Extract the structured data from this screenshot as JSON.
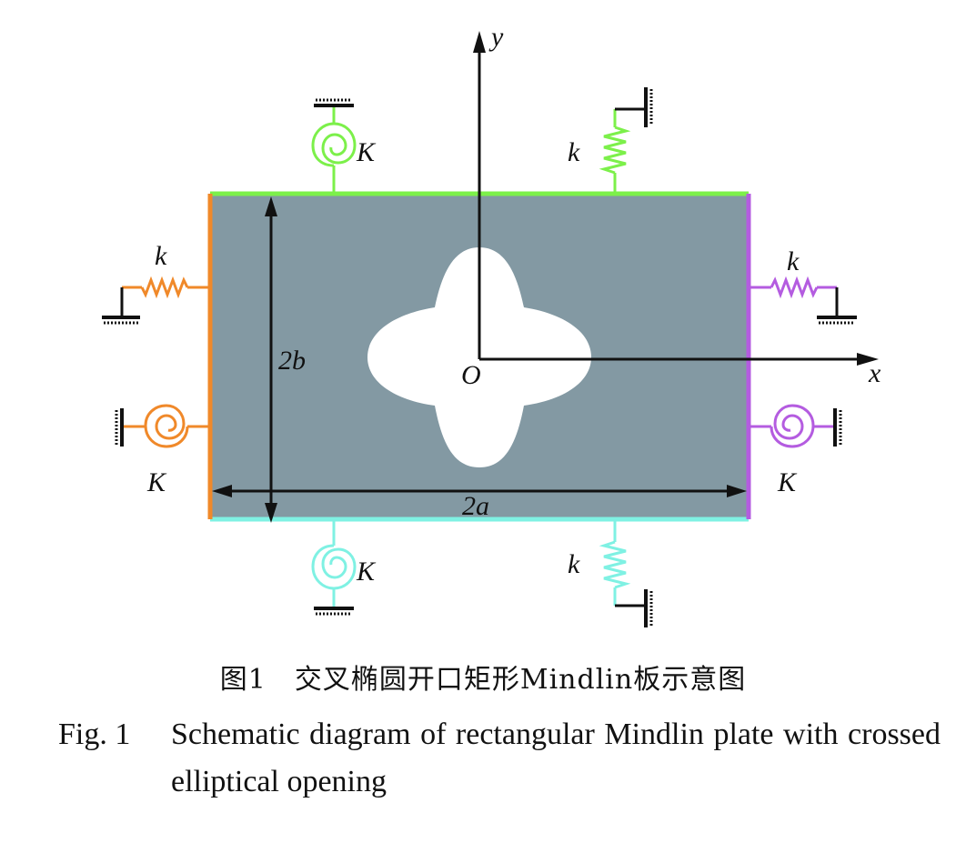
{
  "colors": {
    "plate": "#8399A3",
    "top_edge": "#7CF04A",
    "bottom_edge": "#7FF1E3",
    "left_edge": "#F0892A",
    "right_edge": "#B45CE0",
    "hole": "#FFFFFF",
    "ink": "#111111"
  },
  "labels": {
    "y_axis": "y",
    "x_axis": "x",
    "origin": "O",
    "half_height": "2b",
    "half_width": "2a",
    "rotational_spring": "K",
    "translational_spring": "k"
  },
  "caption": {
    "cn": "图1　交叉椭圆开口矩形Mindlin板示意图",
    "en_fig": "Fig. 1",
    "en_text": "Schematic diagram of rectangular Mindlin plate with crossed elliptical opening"
  }
}
